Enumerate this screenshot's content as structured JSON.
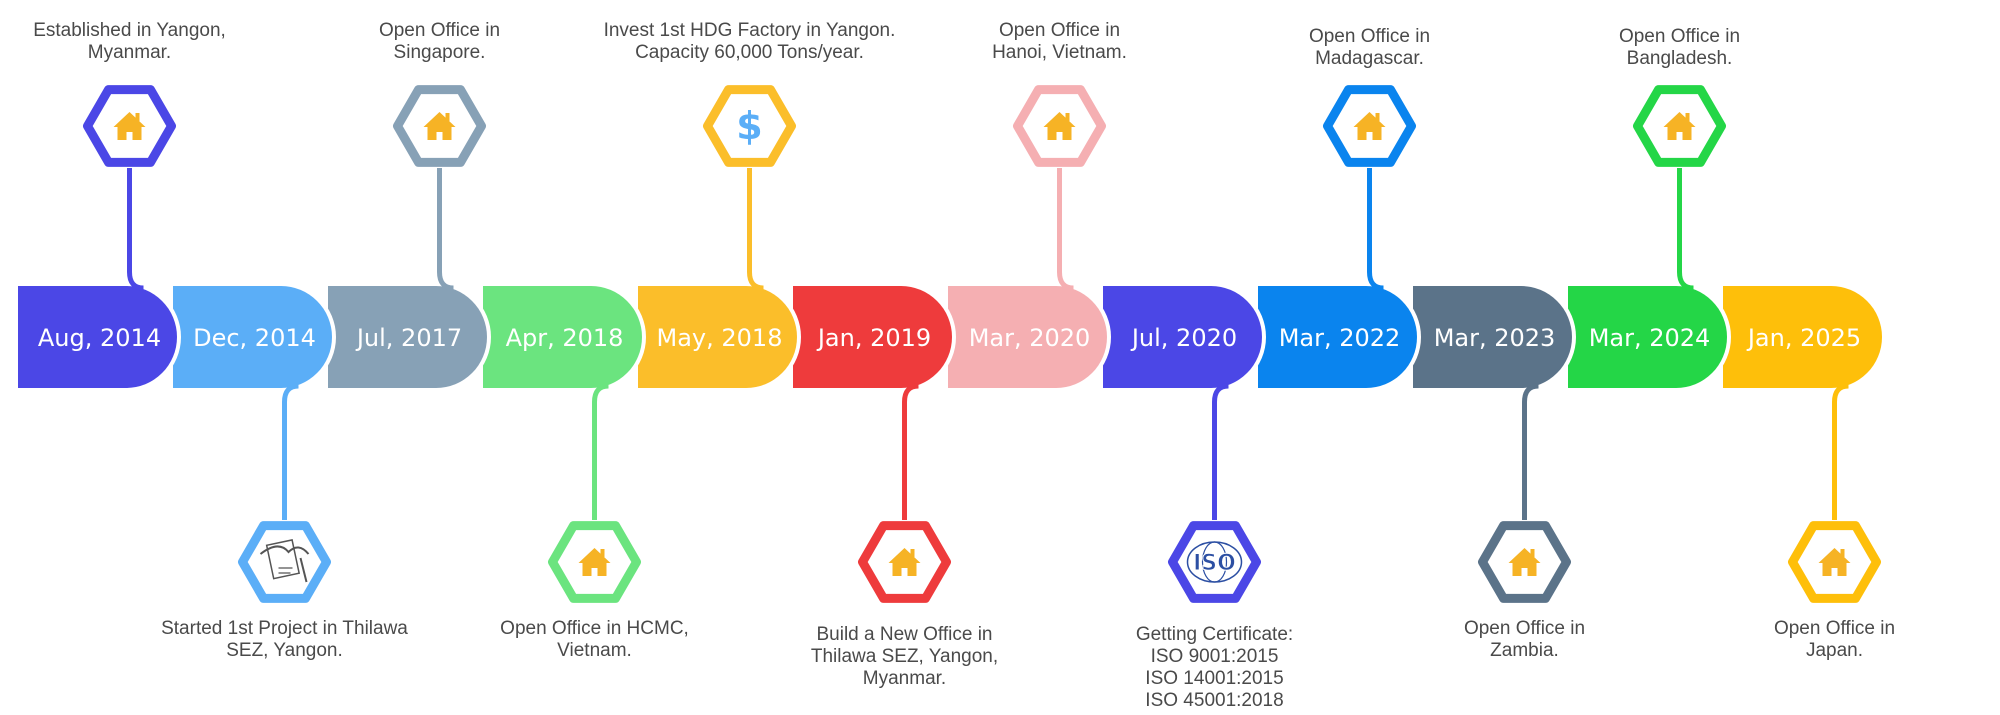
{
  "timeline": {
    "milestones": [
      {
        "date": "Aug, 2014",
        "color": "#4B47E6",
        "side": "top",
        "icon": "house-icon",
        "caption": [
          "Established in Yangon,",
          "Myanmar."
        ]
      },
      {
        "date": "Dec, 2014",
        "color": "#5BAEF7",
        "side": "bottom",
        "icon": "handshake-contract-icon",
        "caption": [
          "Started 1st Project in Thilawa",
          "SEZ, Yangon."
        ]
      },
      {
        "date": "Jul,  2017",
        "color": "#87A1B6",
        "side": "top",
        "icon": "house-icon",
        "caption": [
          "Open Office in",
          "Singapore."
        ]
      },
      {
        "date": "Apr, 2018",
        "color": "#6BE47F",
        "side": "bottom",
        "icon": "house-icon",
        "caption": [
          "Open Office in HCMC,",
          "Vietnam."
        ]
      },
      {
        "date": "May, 2018",
        "color": "#FBBE2A",
        "side": "top",
        "icon": "dollar-icon",
        "caption": [
          "Invest 1st HDG Factory in Yangon.",
          "Capacity 60,000 Tons/year."
        ]
      },
      {
        "date": "Jan, 2019",
        "color": "#EE3B3C",
        "side": "bottom",
        "icon": "house-icon",
        "caption": [
          "Build a New Office in",
          "Thilawa SEZ, Yangon,",
          "Myanmar."
        ]
      },
      {
        "date": "Mar, 2020",
        "color": "#F5AFB2",
        "side": "top",
        "icon": "house-icon",
        "caption": [
          "Open Office in",
          "Hanoi, Vietnam."
        ]
      },
      {
        "date": "Jul, 2020",
        "color": "#4B47E6",
        "side": "bottom",
        "icon": "iso-icon",
        "caption": [
          "Getting Certificate:",
          "ISO 9001:2015",
          "ISO 14001:2015",
          "ISO 45001:2018"
        ]
      },
      {
        "date": "Mar, 2022",
        "color": "#0A84EE",
        "side": "top",
        "icon": "house-icon",
        "caption": [
          "Open Office in",
          "Madagascar."
        ]
      },
      {
        "date": "Mar, 2023",
        "color": "#5B7389",
        "side": "bottom",
        "icon": "house-icon",
        "caption": [
          "Open Office in",
          "Zambia."
        ]
      },
      {
        "date": "Mar, 2024",
        "color": "#24D647",
        "side": "top",
        "icon": "house-icon",
        "caption": [
          "Open Office in",
          "Bangladesh."
        ]
      },
      {
        "date": "Jan, 2025",
        "color": "#FEBF0A",
        "side": "bottom",
        "icon": "house-icon",
        "caption": [
          "Open Office in",
          "Japan."
        ]
      }
    ]
  },
  "icons": {
    "house_color": "#F6B325",
    "dollar_color": "#5BAEF7",
    "dollar_symbol": "$",
    "iso_color": "#2C4FA3",
    "iso_text": "ISO"
  }
}
